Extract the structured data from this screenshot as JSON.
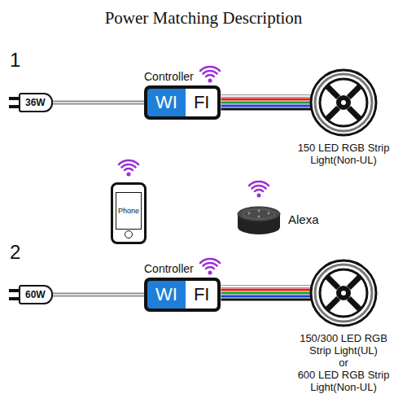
{
  "diagram": {
    "title": "Power Matching Description",
    "nodes": [
      {
        "text": [
          "36W"
        ]
      },
      {
        "text": [
          "Controller",
          "WI",
          "FI"
        ]
      },
      {
        "text": [
          "150 LED RGB Strip Light(Non-UL)"
        ]
      },
      {
        "text": [
          "Phone"
        ]
      },
      {
        "text": [
          "Alexa"
        ]
      },
      {
        "text": [
          "60W"
        ]
      },
      {
        "text": [
          "Controller",
          "WI",
          "FI"
        ]
      },
      {
        "text": [
          "150/300 LED RGB Strip Light(UL)",
          "or",
          "600 LED RGB Strip Light(Non-UL)"
        ]
      }
    ],
    "edges": [
      {
        "from": 0,
        "to": 1,
        "arrow": "none"
      },
      {
        "from": 1,
        "to": 2,
        "arrow": "none"
      },
      {
        "from": 5,
        "to": 6,
        "arrow": "none"
      },
      {
        "from": 6,
        "to": 7,
        "arrow": "none"
      }
    ],
    "labels": [
      "1",
      "2"
    ]
  }
}
